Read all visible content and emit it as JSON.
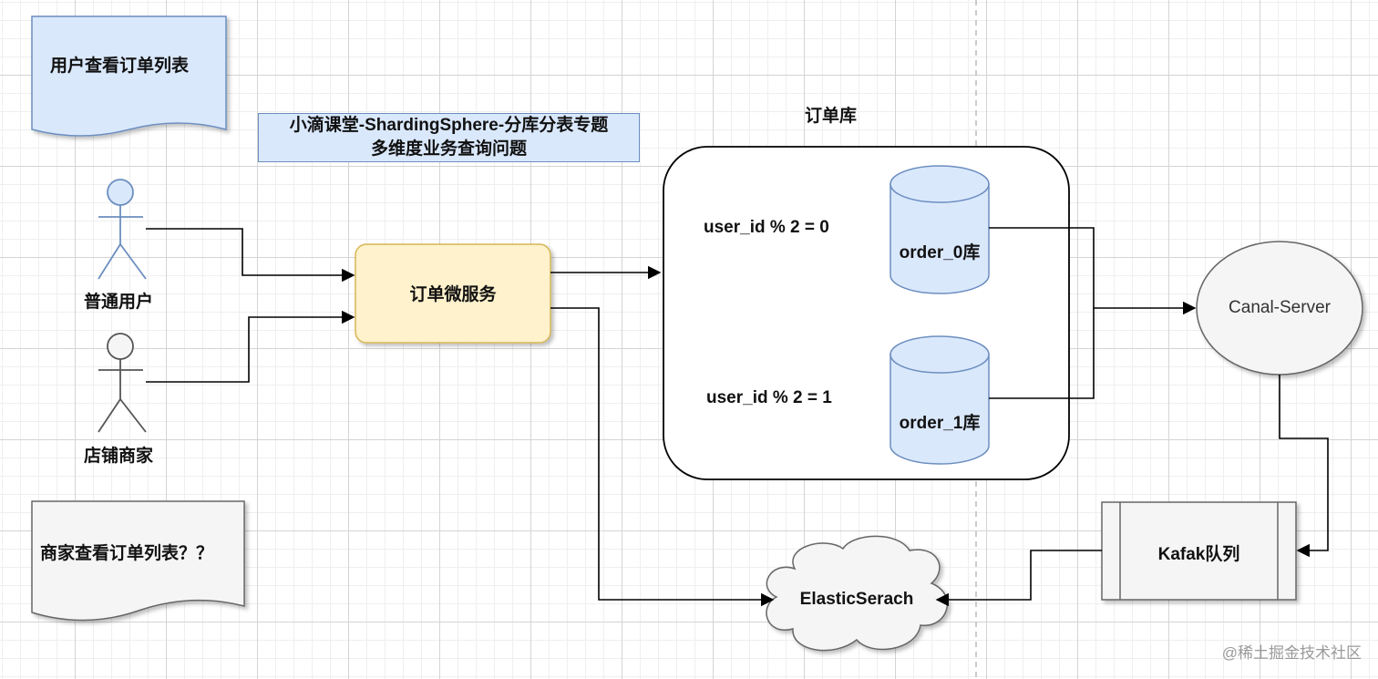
{
  "doc_user": "用户查看订单列表",
  "doc_merchant": "商家查看订单列表？？",
  "title_lines": [
    "小滴课堂-ShardingSphere-分库分表专题",
    "多维度业务查询问题"
  ],
  "actor_user": "普通用户",
  "actor_merchant": "店铺商家",
  "service": "订单微服务",
  "db_group_label": "订单库",
  "rule_0": "user_id % 2 = 0",
  "rule_1": "user_id % 2 = 1",
  "db_0": "order_0库",
  "db_1": "order_1库",
  "canal": "Canal-Server",
  "kafka": "Kafak队列",
  "es": "ElasticSerach",
  "watermark": "@稀土掘金技术社区",
  "colors": {
    "blue_fill": "#dae8fc",
    "blue_stroke": "#6c8ebf",
    "yellow_fill": "#fff2cc",
    "yellow_stroke": "#d6b656",
    "gray_fill": "#f5f5f5",
    "gray_stroke": "#666666"
  }
}
